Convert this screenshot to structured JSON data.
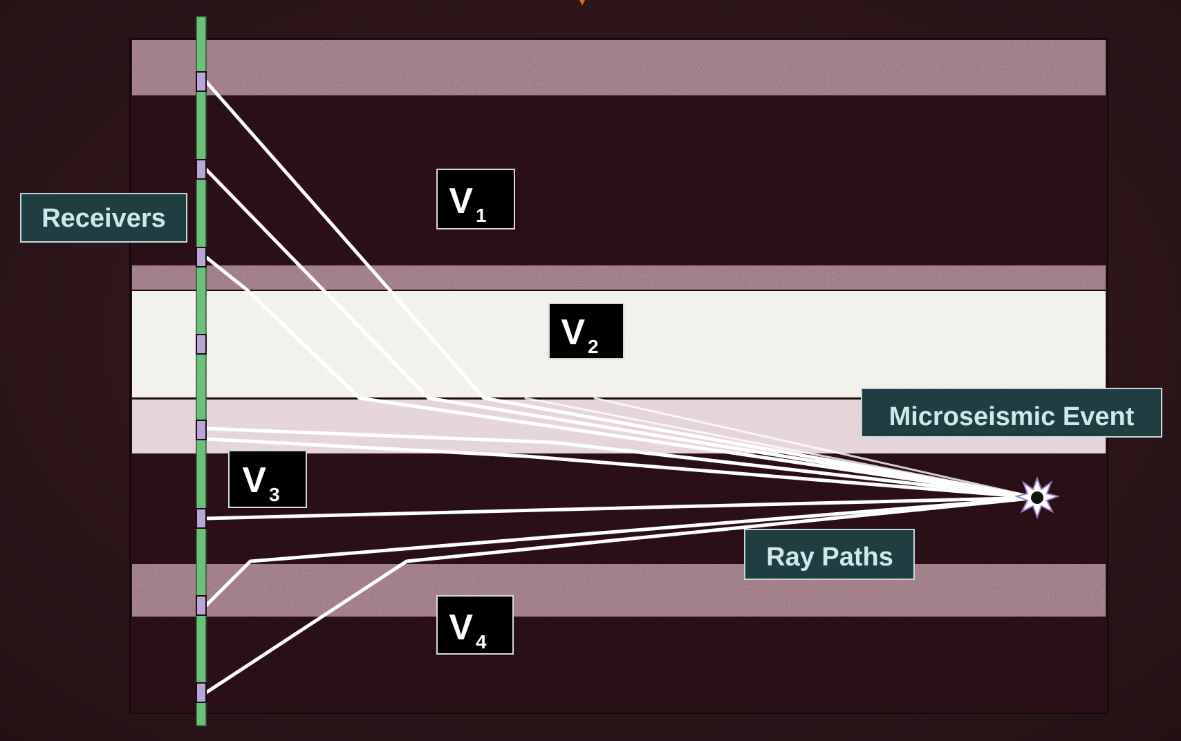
{
  "labels": {
    "receivers": "Receivers",
    "microseismic_event": "Microseismic Event",
    "ray_paths": "Ray Paths"
  },
  "layers": [
    {
      "name": "V",
      "sub": "1"
    },
    {
      "name": "V",
      "sub": "2"
    },
    {
      "name": "V",
      "sub": "3"
    },
    {
      "name": "V",
      "sub": "4"
    }
  ],
  "colors": {
    "background": "#2a1418",
    "dark_layer": "#2b0f16",
    "noisy_band": "#6b3a3a",
    "sand_layer": "#f2efe8",
    "borehole": "#6cc07a",
    "receiver": "#b9a6d6",
    "ray": "#ffffff",
    "callout_fill": "#1f3e42",
    "callout_text": "#cfe8ea",
    "v_fill": "#000000",
    "v_text": "#ffffff",
    "title_fragment": "#e06a20"
  },
  "icons": {
    "event": "starburst-icon"
  }
}
